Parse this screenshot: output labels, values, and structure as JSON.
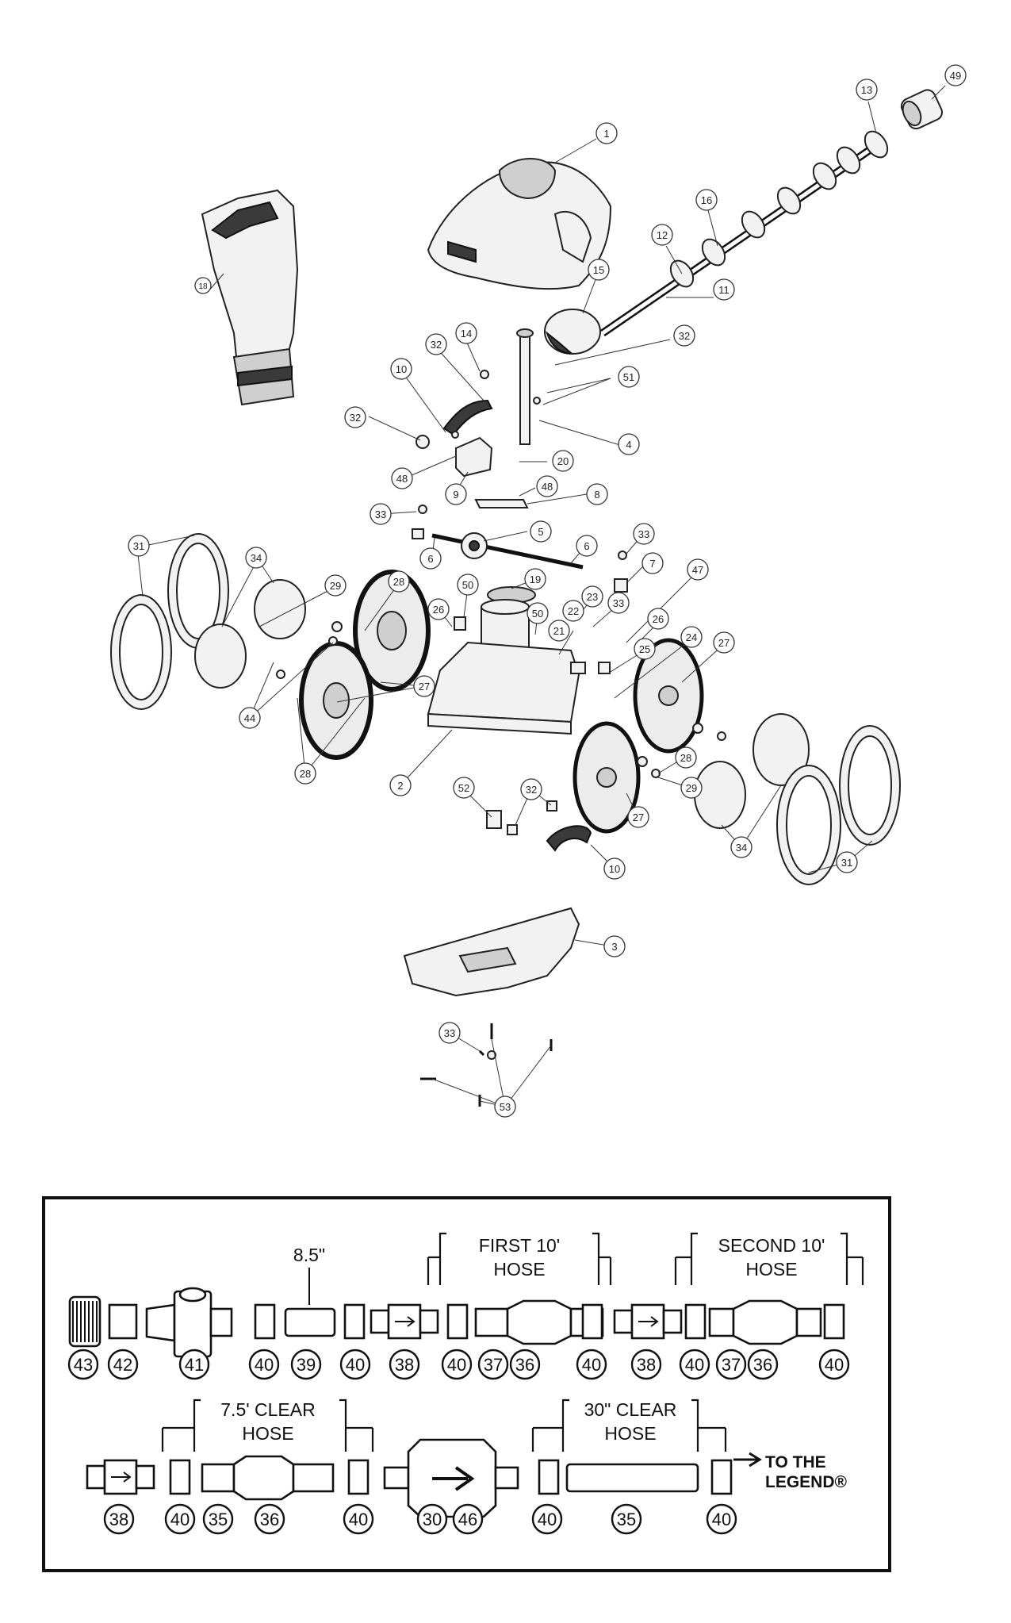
{
  "exploded_view": {
    "callouts": [
      {
        "label": "1"
      },
      {
        "label": "49"
      },
      {
        "label": "13"
      },
      {
        "label": "16"
      },
      {
        "label": "12"
      },
      {
        "label": "11"
      },
      {
        "label": "15"
      },
      {
        "label": "18"
      },
      {
        "label": "14"
      },
      {
        "label": "32"
      },
      {
        "label": "32"
      },
      {
        "label": "10"
      },
      {
        "label": "51"
      },
      {
        "label": "32"
      },
      {
        "label": "4"
      },
      {
        "label": "20"
      },
      {
        "label": "48"
      },
      {
        "label": "9"
      },
      {
        "label": "48"
      },
      {
        "label": "8"
      },
      {
        "label": "33"
      },
      {
        "label": "5"
      },
      {
        "label": "33"
      },
      {
        "label": "6"
      },
      {
        "label": "6"
      },
      {
        "label": "7"
      },
      {
        "label": "31"
      },
      {
        "label": "34"
      },
      {
        "label": "29"
      },
      {
        "label": "28"
      },
      {
        "label": "50"
      },
      {
        "label": "19"
      },
      {
        "label": "47"
      },
      {
        "label": "23"
      },
      {
        "label": "33"
      },
      {
        "label": "26"
      },
      {
        "label": "50"
      },
      {
        "label": "22"
      },
      {
        "label": "26"
      },
      {
        "label": "21"
      },
      {
        "label": "24"
      },
      {
        "label": "27"
      },
      {
        "label": "25"
      },
      {
        "label": "44"
      },
      {
        "label": "27"
      },
      {
        "label": "28"
      },
      {
        "label": "2"
      },
      {
        "label": "52"
      },
      {
        "label": "32"
      },
      {
        "label": "28"
      },
      {
        "label": "29"
      },
      {
        "label": "27"
      },
      {
        "label": "34"
      },
      {
        "label": "31"
      },
      {
        "label": "10"
      },
      {
        "label": "3"
      },
      {
        "label": "33"
      },
      {
        "label": "53"
      }
    ]
  },
  "hose_assembly": {
    "labels": {
      "length_8_5": "8.5\"",
      "first_hose_line1": "FIRST 10'",
      "first_hose_line2": "HOSE",
      "second_hose_line1": "SECOND 10'",
      "second_hose_line2": "HOSE",
      "clear_75_line1": "7.5' CLEAR",
      "clear_75_line2": "HOSE",
      "clear_30_line1": "30\" CLEAR",
      "clear_30_line2": "HOSE",
      "to_the": "TO THE",
      "legend": "LEGEND®"
    },
    "row1_numbers": [
      "43",
      "42",
      "41",
      "40",
      "39",
      "40",
      "38",
      "40",
      "37",
      "36",
      "40",
      "38",
      "40",
      "37",
      "36",
      "40"
    ],
    "row2_numbers": [
      "38",
      "40",
      "35",
      "36",
      "40",
      "30",
      "46",
      "40",
      "35",
      "40"
    ]
  }
}
